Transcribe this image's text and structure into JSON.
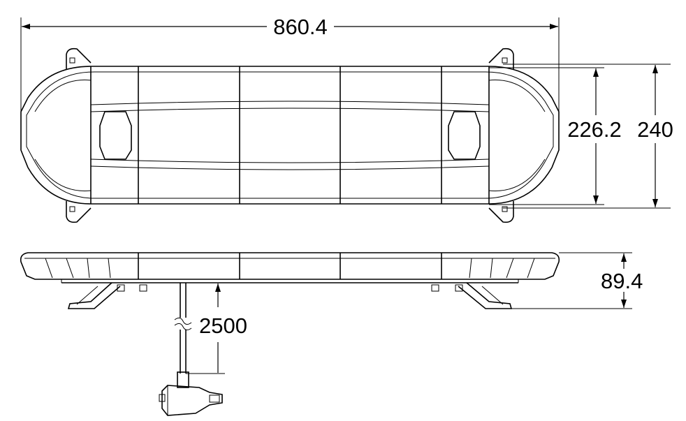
{
  "dimensions": {
    "overall_length": "860.4",
    "inner_width": "226.2",
    "overall_width": "240",
    "height": "89.4",
    "cable_length": "2500"
  }
}
